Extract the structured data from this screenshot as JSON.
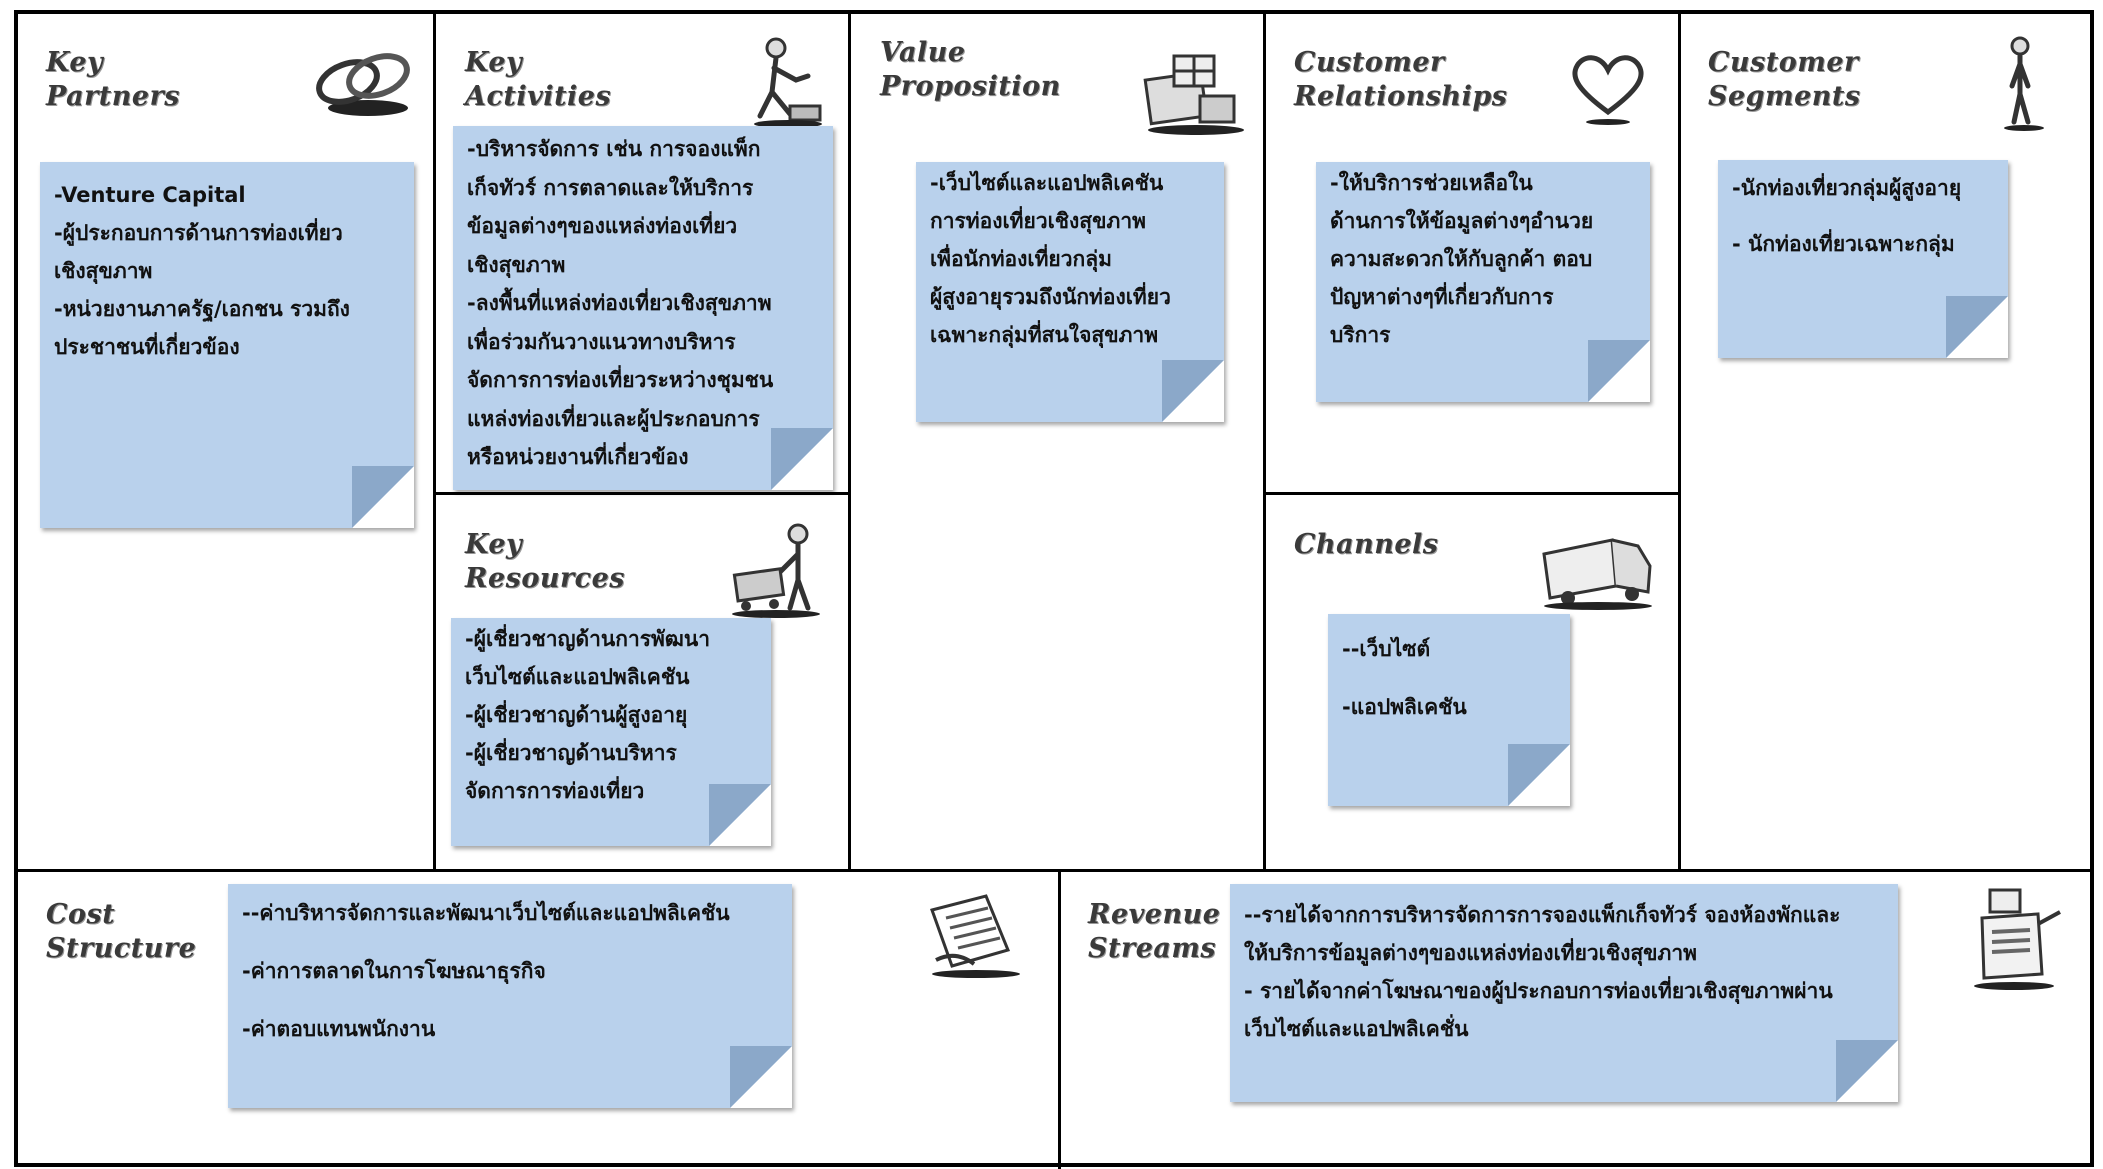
{
  "canvas": {
    "key_partners": {
      "title": [
        "Key",
        "Partners"
      ],
      "icon": "chain-links-icon",
      "items": [
        "-Venture Capital",
        "-ผู้ประกอบการด้านการท่องเที่ยว",
        " เชิงสุขภาพ",
        "-หน่วยงานภาครัฐ/เอกชน รวมถึง",
        " ประชาชนที่เกี่ยวข้อง"
      ]
    },
    "key_activities": {
      "title": [
        "Key",
        "Activities"
      ],
      "icon": "person-working-icon",
      "items": [
        "-บริหารจัดการ เช่น การจองแพ็ก",
        " เก็จทัวร์ การตลาดและให้บริการ",
        " ข้อมูลต่างๆของแหล่งท่องเที่ยว",
        " เชิงสุขภาพ",
        "-ลงพื้นที่แหล่งท่องเที่ยวเชิงสุขภาพ",
        " เพื่อร่วมกันวางแนวทางบริหาร",
        " จัดการการท่องเที่ยวระหว่างชุมชน",
        "แหล่งท่องเที่ยวและผู้ประกอบการ",
        " หรือหน่วยงานที่เกี่ยวข้อง"
      ]
    },
    "key_resources": {
      "title": [
        "Key",
        "Resources"
      ],
      "icon": "person-with-cart-icon",
      "items": [
        "-ผู้เชี่ยวชาญด้านการพัฒนา",
        " เว็บไซต์และแอปพลิเคชัน",
        "-ผู้เชี่ยวชาญด้านผู้สูงอายุ",
        "-ผู้เชี่ยวชาญด้านบริหาร",
        " จัดการการท่องเที่ยว"
      ]
    },
    "value_proposition": {
      "title": [
        "Value",
        "Proposition"
      ],
      "icon": "gift-boxes-icon",
      "items": [
        "-เว็บไซต์และแอปพลิเคชัน",
        "การท่องเที่ยวเชิงสุขภาพ",
        "เพื่อนักท่องเที่ยวกลุ่ม",
        "ผู้สูงอายุรวมถึงนักท่องเที่ยว",
        "เฉพาะกลุ่มที่สนใจสุขภาพ"
      ]
    },
    "customer_relationships": {
      "title": [
        "Customer",
        "Relationships"
      ],
      "icon": "heart-icon",
      "items": [
        "-ให้บริการช่วยเหลือใน",
        " ด้านการให้ข้อมูลต่างๆอำนวย",
        "ความสะดวกให้กับลูกค้า ตอบ",
        "ปัญหาต่างๆที่เกี่ยวกับการ",
        "บริการ"
      ]
    },
    "channels": {
      "title": [
        "Channels"
      ],
      "icon": "delivery-truck-icon",
      "items": [
        "--เว็บไซต์",
        "-แอปพลิเคชัน"
      ]
    },
    "customer_segments": {
      "title": [
        "Customer",
        "Segments"
      ],
      "icon": "standing-person-icon",
      "items": [
        "-นักท่องเที่ยวกลุ่มผู้สูงอายุ",
        "- นักท่องเที่ยวเฉพาะกลุ่ม"
      ]
    },
    "cost_structure": {
      "title": [
        "Cost",
        "Structure"
      ],
      "icon": "invoice-paper-icon",
      "items": [
        "--ค่าบริหารจัดการและพัฒนาเว็บไซต์และแอปพลิเคชัน",
        "-ค่าการตลาดในการโฆษณาธุรกิจ",
        "-ค่าตอบแทนพนักงาน"
      ]
    },
    "revenue_streams": {
      "title": [
        "Revenue",
        "Streams"
      ],
      "icon": "cash-register-icon",
      "items": [
        "--รายได้จากการบริหารจัดการการจองแพ็กเก็จทัวร์ จองห้องพักและ",
        " ให้บริการข้อมูลต่างๆของแหล่งท่องเที่ยวเชิงสุขภาพ",
        "- รายได้จากค่าโฆษณาของผู้ประกอบการท่องเที่ยวเชิงสุขภาพผ่าน",
        " เว็บไซต์และแอปพลิเคชั่น"
      ]
    }
  }
}
